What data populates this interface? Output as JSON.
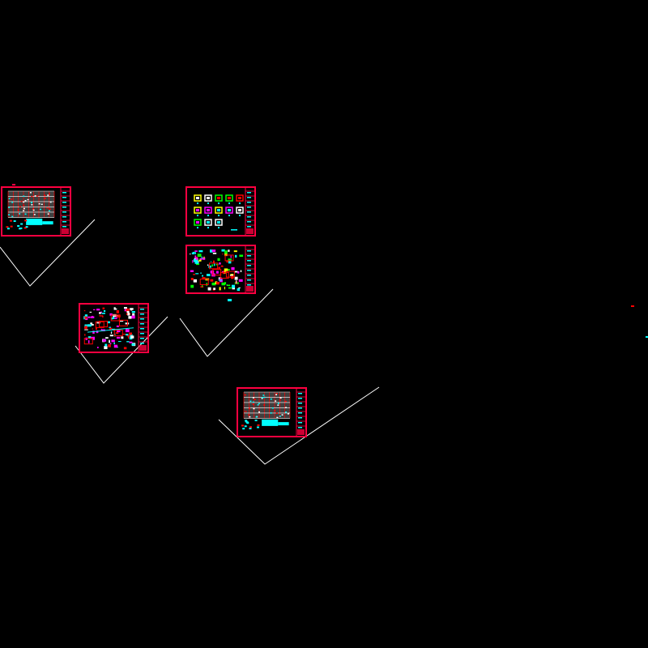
{
  "drawing": {
    "background": "#000000",
    "frame_color": "#ff0040",
    "detail_colors": [
      "#00ffff",
      "#ff0000",
      "#ffffff",
      "#ff00ff",
      "#00ff00",
      "#ffff00",
      "#808080"
    ],
    "leader_color": "#ffffff",
    "sheets": [
      {
        "id": "sheet-plan-grid",
        "kind": "plan"
      },
      {
        "id": "sheet-details-a",
        "kind": "details"
      },
      {
        "id": "sheet-details-b",
        "kind": "dense"
      },
      {
        "id": "sheet-section",
        "kind": "section"
      },
      {
        "id": "sheet-plan-b",
        "kind": "plan"
      }
    ]
  }
}
